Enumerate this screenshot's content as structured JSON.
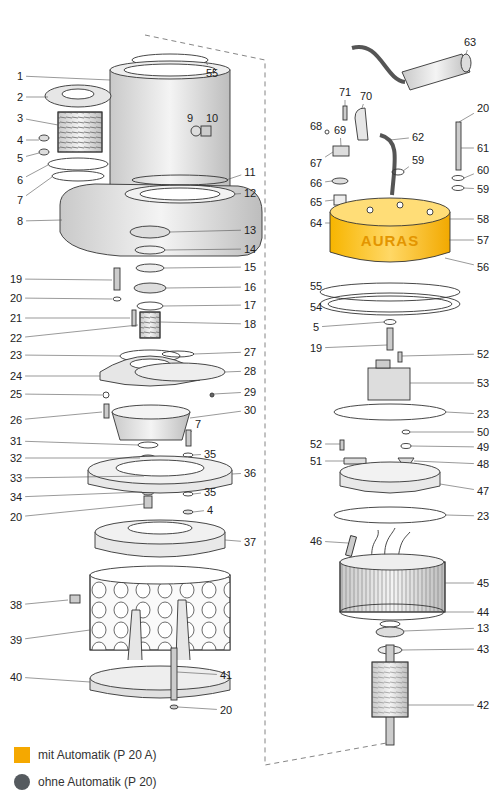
{
  "diagram": {
    "labels": [
      "1",
      "2",
      "3",
      "4",
      "5",
      "6",
      "7",
      "8",
      "19",
      "20",
      "21",
      "22",
      "23",
      "24",
      "25",
      "26",
      "31",
      "32",
      "33",
      "34",
      "20",
      "38",
      "39",
      "40",
      "55",
      "9",
      "10",
      "11",
      "12",
      "13",
      "14",
      "15",
      "16",
      "17",
      "18",
      "27",
      "28",
      "29",
      "30",
      "7",
      "35",
      "36",
      "35",
      "4",
      "37",
      "41",
      "20",
      "63",
      "71",
      "70",
      "68",
      "69",
      "67",
      "62",
      "59",
      "66",
      "65",
      "64",
      "20",
      "61",
      "60",
      "59",
      "58",
      "57",
      "56",
      "55",
      "54",
      "5",
      "19",
      "52",
      "53",
      "23",
      "50",
      "52",
      "49",
      "51",
      "48",
      "47",
      "23",
      "46",
      "45",
      "44",
      "13",
      "43",
      "42",
      "AURAS"
    ],
    "legend": [
      {
        "text": "mit Automatik (P 20 A)",
        "color": "#f5a800"
      },
      {
        "text": "ohne Automatik (P 20)",
        "color": "#555a5f"
      }
    ]
  }
}
